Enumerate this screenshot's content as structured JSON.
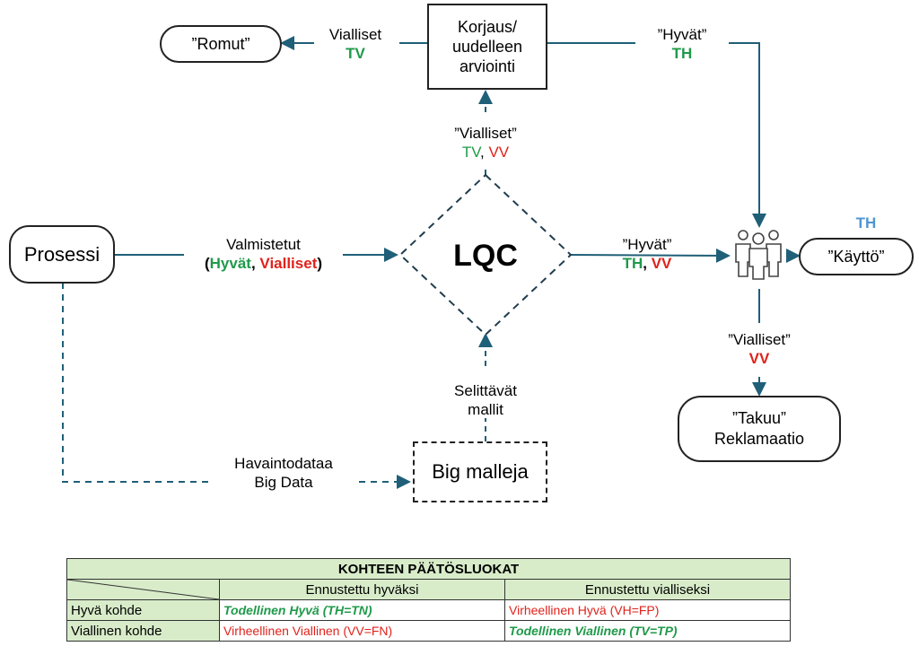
{
  "nodes": {
    "prosessi": "Prosessi",
    "lqc": "LQC",
    "korjaus": [
      "Korjaus/",
      "uudelleen",
      "arviointi"
    ],
    "romut": "”Romut”",
    "kaytto": "”Käyttö”",
    "takuu": [
      "”Takuu”",
      "Reklamaatio"
    ],
    "big_malleja": "Big malleja"
  },
  "labels": {
    "valmistetut": "Valmistetut",
    "valmistetut_paren_open": "(",
    "valmistetut_hyvat": "Hyvät",
    "valmistetut_comma": ", ",
    "valmistetut_vialliset": "Vialliset",
    "valmistetut_paren_close": ")",
    "top_vialliset": "”Vialliset”",
    "top_tv": "TV",
    "top_sep": ", ",
    "top_vv": "VV",
    "romut_vialliset": "Vialliset",
    "romut_tv": "TV",
    "korjaus_hyvat": "”Hyvät”",
    "korjaus_th": "TH",
    "lqc_hyvat": "”Hyvät”",
    "lqc_th": "TH",
    "lqc_sep": ", ",
    "lqc_vv": "VV",
    "kaytto_th": "TH",
    "people_vialliset": "”Vialliset”",
    "people_vv": "VV",
    "selittavat": [
      "Selittävät",
      "mallit"
    ],
    "havaintodataa": [
      "Havaintodataa",
      "Big Data"
    ]
  },
  "icons": {
    "people": "people-group-icon"
  },
  "colors": {
    "green": "#1f9a4a",
    "red": "#e0221b",
    "blue": "#4f95d3",
    "line": "#1f5f78",
    "header_bg": "#d8ecc9"
  },
  "table": {
    "title": "KOHTEEN PÄÄTÖSLUOKAT",
    "col_headers": [
      "Ennustettu hyväksi",
      "Ennustettu vialliseksi"
    ],
    "rows": [
      {
        "label": "Hyvä kohde",
        "cells": [
          "Todellinen Hyvä (TH=TN)",
          "Virheellinen Hyvä (VH=FP)"
        ]
      },
      {
        "label": "Viallinen kohde",
        "cells": [
          "Virheellinen Viallinen (VV=FN)",
          "Todellinen Viallinen (TV=TP)"
        ]
      }
    ]
  }
}
